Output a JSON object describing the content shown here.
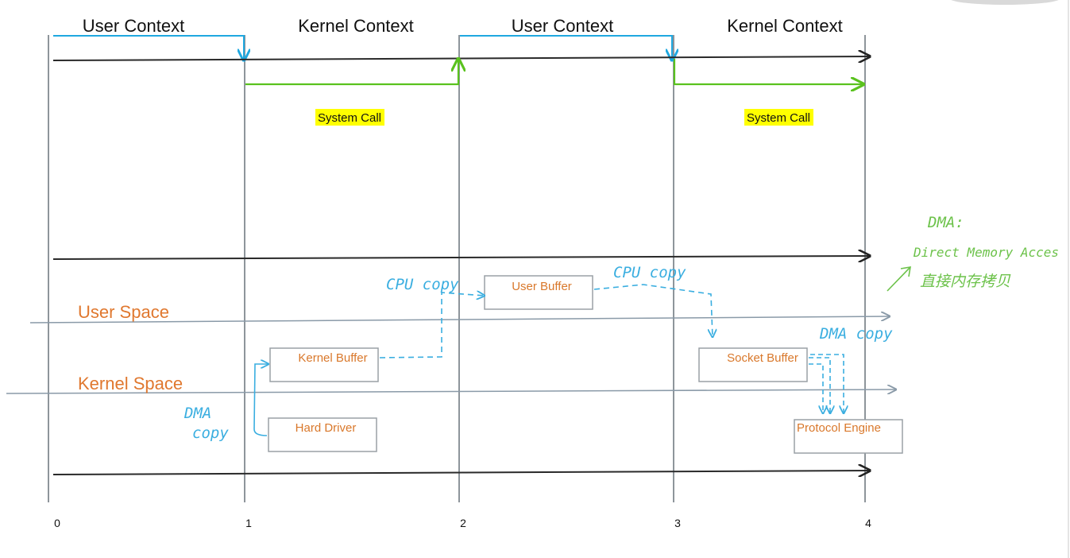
{
  "contexts": [
    "User Context",
    "Kernel Context",
    "User Context",
    "Kernel Context"
  ],
  "spaces": {
    "user": "User Space",
    "kernel": "Kernel Space"
  },
  "ticks": [
    "0",
    "1",
    "2",
    "3",
    "4"
  ],
  "system_call_label": "System Call",
  "boxes": {
    "kernel_buffer": "Kernel Buffer",
    "hard_driver": "Hard Driver",
    "user_buffer": "User Buffer",
    "socket_buffer": "Socket Buffer",
    "protocol_engine": "Protocol Engine"
  },
  "annotations": {
    "dma_copy_1": "DMA",
    "dma_copy_1b": "copy",
    "cpu_copy_1": "CPU copy",
    "cpu_copy_2": "CPU copy",
    "dma_copy_2": "DMA copy",
    "dma_title": "DMA:",
    "dma_full": "Direct Memory Acces",
    "dma_cn": "直接内存拷贝"
  },
  "colors": {
    "user_context_line": "#1fa8e0",
    "system_call_line": "#5ac21e",
    "highlight": "#ffff00",
    "annotation_blue": "#3aaee0",
    "annotation_green": "#6cc24a",
    "space_label": "#e0782f"
  }
}
